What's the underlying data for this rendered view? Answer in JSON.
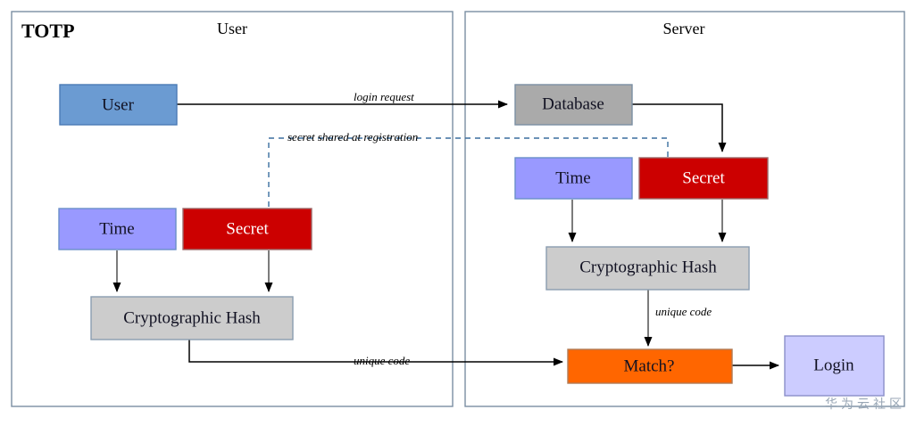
{
  "diagram": {
    "title": "TOTP",
    "watermark": "华为云社区",
    "panels": [
      {
        "id": "user",
        "title": "User"
      },
      {
        "id": "server",
        "title": "Server"
      }
    ],
    "nodes": {
      "user_user": {
        "label": "User",
        "fill": "#6b9bd2",
        "stroke": "#4a7ab5",
        "text": "dark"
      },
      "user_time": {
        "label": "Time",
        "fill": "#9999ff",
        "stroke": "#6a8fc9",
        "text": "dark"
      },
      "user_secret": {
        "label": "Secret",
        "fill": "#cc0000",
        "stroke": "#9c6a6a",
        "text": "light"
      },
      "user_hash": {
        "label": "Cryptographic Hash",
        "fill": "#cccccc",
        "stroke": "#8a9db0",
        "text": "dark"
      },
      "server_database": {
        "label": "Database",
        "fill": "#aaaaaa",
        "stroke": "#7b8fa3",
        "text": "dark"
      },
      "server_time": {
        "label": "Time",
        "fill": "#9999ff",
        "stroke": "#6a8fc9",
        "text": "dark"
      },
      "server_secret": {
        "label": "Secret",
        "fill": "#cc0000",
        "stroke": "#9c6a6a",
        "text": "light"
      },
      "server_hash": {
        "label": "Cryptographic Hash",
        "fill": "#cccccc",
        "stroke": "#8a9db0",
        "text": "dark"
      },
      "server_match": {
        "label": "Match?",
        "fill": "#ff6600",
        "stroke": "#b07a55",
        "text": "dark"
      },
      "server_login": {
        "label": "Login",
        "fill": "#ccccff",
        "stroke": "#8a8fc9",
        "text": "dark"
      }
    },
    "edges": {
      "login_request": "login request",
      "secret_shared": "secret shared at registration",
      "unique_code_user": "unique code",
      "unique_code_server": "unique code"
    }
  }
}
